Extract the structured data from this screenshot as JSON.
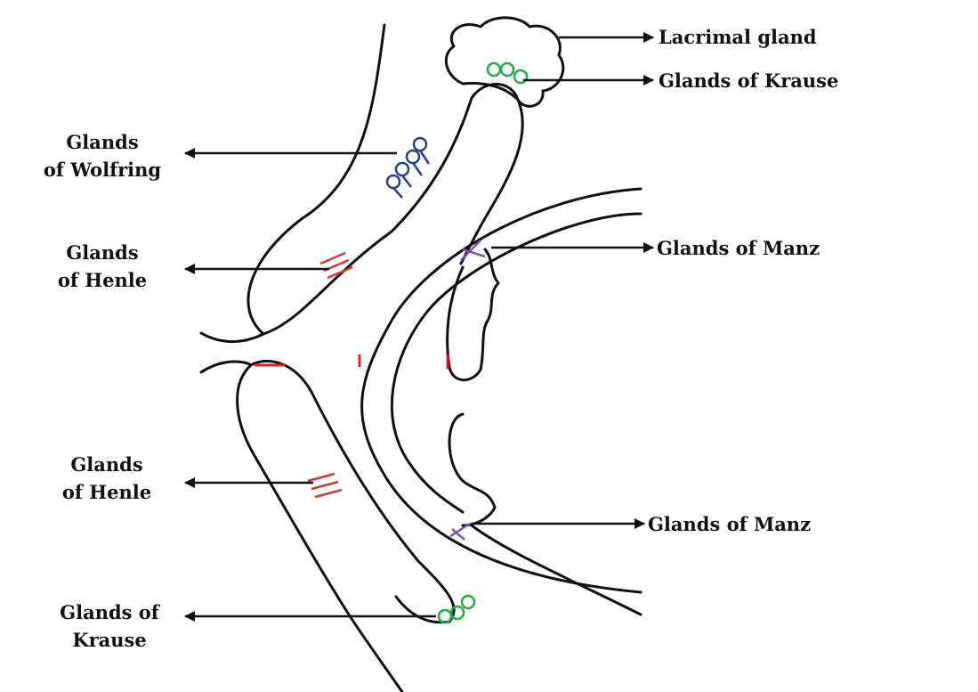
{
  "labels": {
    "lacrimal_gland": "Lacrimal gland",
    "glands_of_krause_upper": "Glands of Krause",
    "glands_of_wolfring": {
      "line1": "Glands",
      "line2": "of Wolfring"
    },
    "glands_of_henle_upper": {
      "line1": "Glands",
      "line2": "of Henle"
    },
    "glands_of_manz_upper": "Glands of Manz",
    "glands_of_henle_lower": {
      "line1": "Glands",
      "line2": "of Henle"
    },
    "glands_of_manz_lower": "Glands of Manz",
    "glands_of_krause_lower": {
      "line1": "Glands of",
      "line2": "Krause"
    }
  },
  "colors": {
    "outline": "#111111",
    "krause_glands": "#22aa44",
    "wolfring_glands": "#2a3e8c",
    "henle_glands": "#d03838",
    "manz_glands": "#7a55b0",
    "marks": "#e02020"
  }
}
